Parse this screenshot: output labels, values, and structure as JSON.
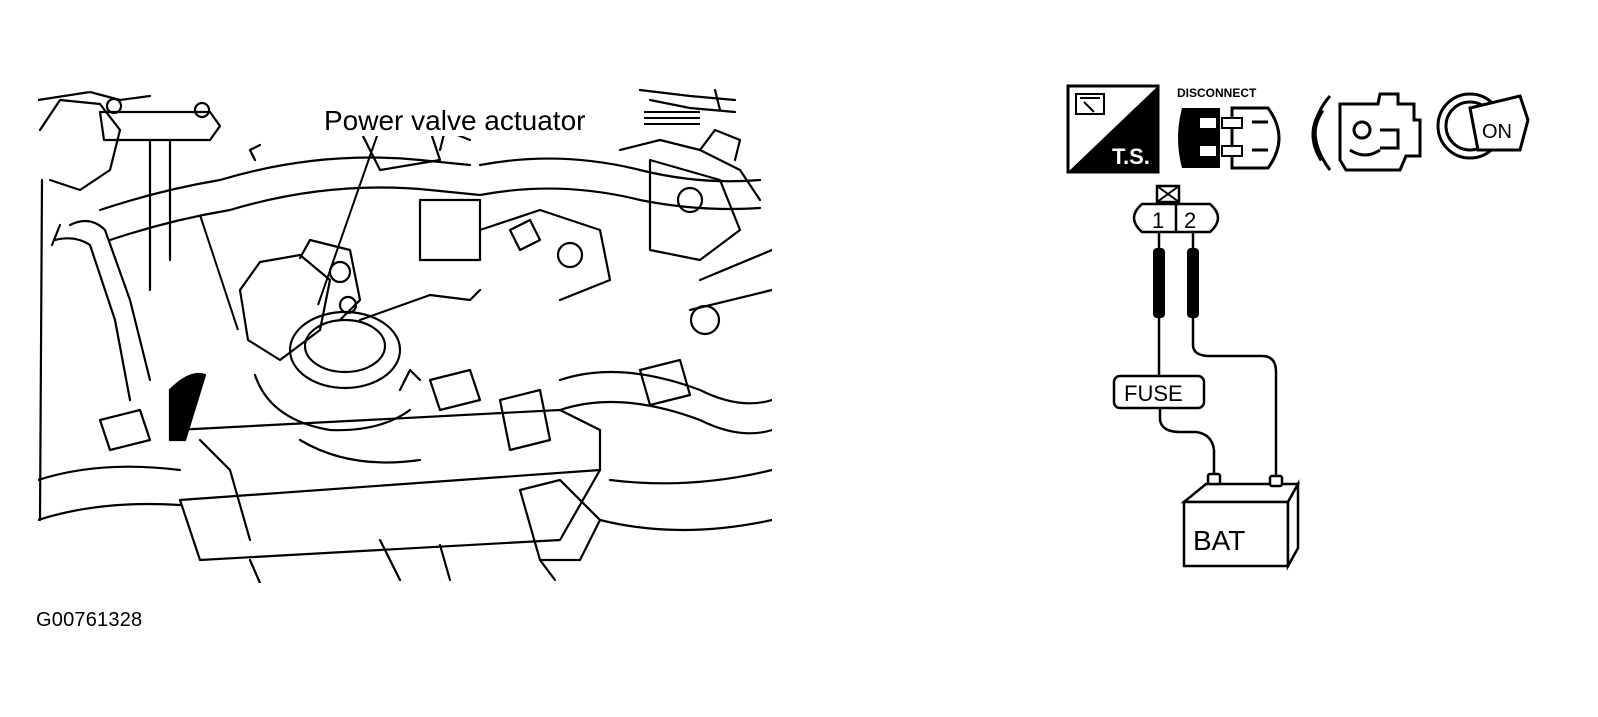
{
  "engine_view": {
    "callout_label": "Power valve actuator"
  },
  "wiring": {
    "icons": {
      "test_icon_text": "T.S.",
      "disconnect_label": "DISCONNECT",
      "ignition_text": "ON",
      "icon_names": [
        "tool-ts-icon",
        "disconnect-connector-icon",
        "engine-icon",
        "ignition-key-on-icon"
      ]
    },
    "connector_pins": [
      "1",
      "2"
    ],
    "fuse_label": "FUSE",
    "battery_label": "BAT"
  },
  "figure_id": "G00761328"
}
